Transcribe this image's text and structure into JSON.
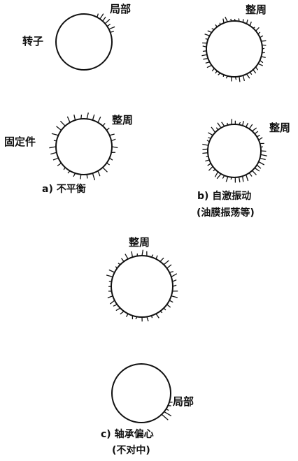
{
  "colors": {
    "ink": "#111111",
    "paper": "#ffffff"
  },
  "diagrams": {
    "a": {
      "caption": "a) 不平衡",
      "top": {
        "part_label": "转子",
        "contact_label": "局部",
        "contact_extent": "partial"
      },
      "bottom": {
        "part_label": "固定件",
        "contact_label": "整周",
        "contact_extent": "full"
      }
    },
    "b": {
      "caption": "b) 自激振动",
      "caption_line2": "(油膜振荡等)",
      "top": {
        "contact_label": "整周",
        "contact_extent": "full"
      },
      "bottom": {
        "contact_label": "整周",
        "contact_extent": "full"
      }
    },
    "c": {
      "caption": "c) 轴承偏心",
      "caption_line2": "(不对中)",
      "top": {
        "contact_label": "整周",
        "contact_extent": "full"
      },
      "bottom": {
        "contact_label": "局部",
        "contact_extent": "partial"
      }
    }
  }
}
